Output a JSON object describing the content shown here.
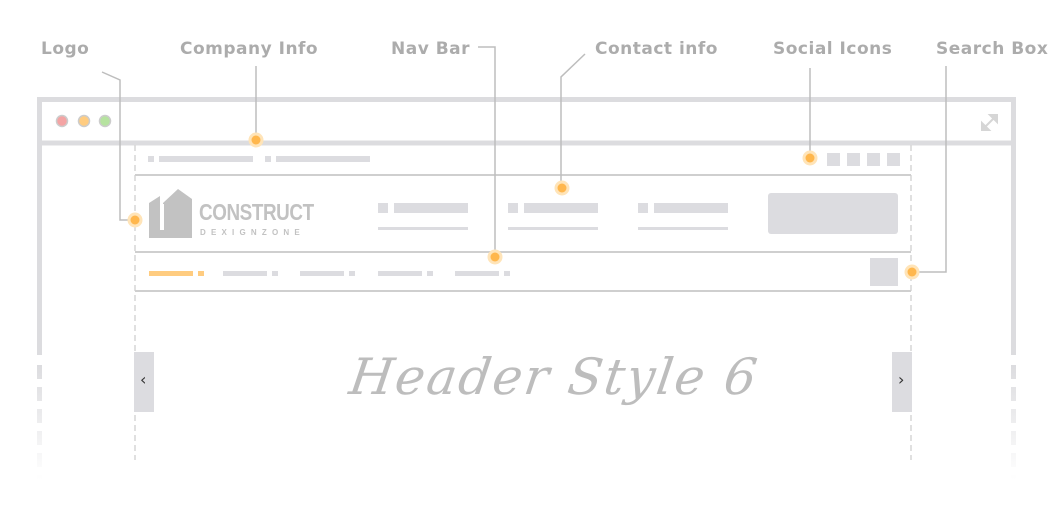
{
  "callouts": {
    "logo": "Logo",
    "company_info": "Company Info",
    "nav_bar": "Nav Bar",
    "contact_info": "Contact info",
    "social_icons": "Social Icons",
    "search_box": "Search Box"
  },
  "logo": {
    "name": "CONSTRUCT",
    "tagline": "DEXIGNZONE"
  },
  "slider_title": "Header Style 6",
  "icons": {
    "prev": "‹",
    "next": "›"
  },
  "colors": {
    "accent": "#ffcc80",
    "dot": "#ffb74d",
    "frame": "#dcdcdf",
    "placeholder": "#dcdce0"
  }
}
